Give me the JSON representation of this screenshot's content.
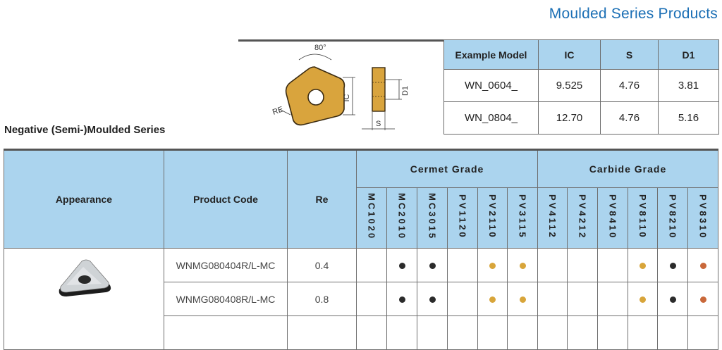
{
  "header": {
    "title": "Moulded Series Products"
  },
  "diagram": {
    "angle_label": "80°",
    "re_label": "RE",
    "ic_label": "IC",
    "d1_label": "D1",
    "s_label": "S"
  },
  "example_table": {
    "headers": [
      "Example Model",
      "IC",
      "S",
      "D1"
    ],
    "rows": [
      [
        "WN_0604_",
        "9.525",
        "4.76",
        "3.81"
      ],
      [
        "WN_0804_",
        "12.70",
        "4.76",
        "5.16"
      ]
    ]
  },
  "section": {
    "title": "Negative (Semi-)Moulded Series"
  },
  "main_table": {
    "headers": {
      "appearance": "Appearance",
      "product_code": "Product Code",
      "re": "Re"
    },
    "groups": [
      {
        "name": "Cermet Grade",
        "grades": [
          "MC1020",
          "MC2010",
          "MC3015",
          "PV1120",
          "PV2110",
          "PV3115"
        ]
      },
      {
        "name": "Carbide Grade",
        "grades": [
          "PV4112",
          "PV4212",
          "PV8410",
          "PV8110",
          "PV8210",
          "PV8310"
        ]
      }
    ],
    "rows": [
      {
        "code": "WNMG080404R/L-MC",
        "re": "0.4",
        "marks": [
          "",
          "black",
          "black",
          "",
          "gold",
          "gold",
          "",
          "",
          "",
          "gold",
          "black",
          "copper"
        ]
      },
      {
        "code": "WNMG080408R/L-MC",
        "re": "0.8",
        "marks": [
          "",
          "black",
          "black",
          "",
          "gold",
          "gold",
          "",
          "",
          "",
          "gold",
          "black",
          "copper"
        ]
      }
    ]
  },
  "colors": {
    "accent": "#1b6fb5",
    "header_fill": "#abd4ee",
    "black": "#2b2b2b",
    "gold": "#d8a53a",
    "copper": "#c9683a",
    "insert": "#d9a43d"
  },
  "icons": {
    "appearance": "insert-image-icon"
  }
}
